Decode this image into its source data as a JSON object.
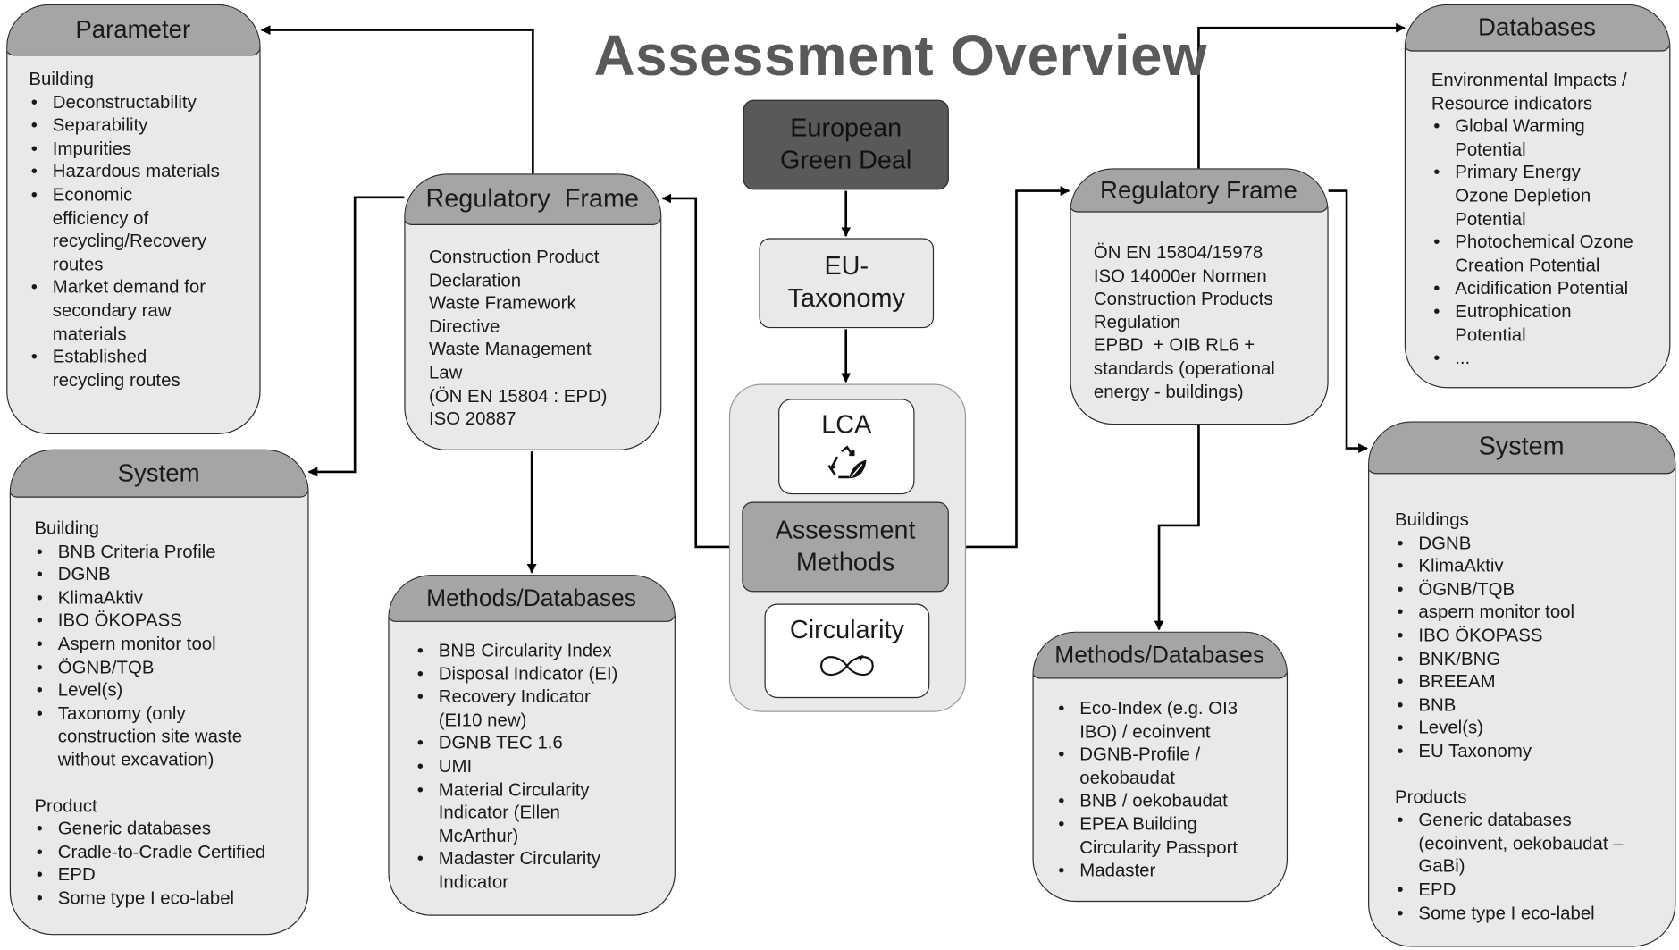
{
  "title": "Assessment Overview",
  "center": {
    "green_deal": [
      "European",
      "Green Deal"
    ],
    "taxonomy": [
      "EU-",
      "Taxonomy"
    ],
    "lca": "LCA",
    "assessment": [
      "Assessment",
      "Methods"
    ],
    "circularity": "Circularity"
  },
  "left": {
    "parameter": {
      "title": "Parameter",
      "group": "Building",
      "items": [
        "Deconstructability",
        "Separability",
        "Impurities",
        "Hazardous materials",
        "Economic efficiency of recycling/Recovery routes",
        "Market demand for secondary raw materials",
        "Established recycling routes"
      ]
    },
    "regulatory": {
      "title": "Regulatory  Frame",
      "lines": [
        "Construction Product",
        "Declaration",
        "Waste Framework",
        "Directive",
        "Waste Management",
        "Law",
        "(ÖN EN 15804 : EPD)",
        "ISO 20887"
      ]
    },
    "system": {
      "title": "System",
      "group1": "Building",
      "items1": [
        "BNB Criteria Profile",
        "DGNB",
        "KlimaAktiv",
        "IBO ÖKOPASS",
        "Aspern monitor tool",
        "ÖGNB/TQB",
        "Level(s)",
        "Taxonomy (only construction site waste without excavation)"
      ],
      "group2": "Product",
      "items2": [
        "Generic databases",
        "Cradle-to-Cradle Certified",
        "EPD",
        "Some type I eco-label"
      ]
    },
    "methods": {
      "title": "Methods/Databases",
      "items": [
        "BNB Circularity Index",
        "Disposal Indicator  (EI)",
        "Recovery Indicator (EI10 new)",
        "DGNB TEC 1.6",
        "UMI",
        "Material Circularity Indicator (Ellen McArthur)",
        "Madaster Circularity Indicator"
      ]
    }
  },
  "right": {
    "databases": {
      "title": "Databases",
      "group": "Environmental Impacts / Resource indicators",
      "items": [
        "Global Warming Potential",
        "Primary Energy Ozone Depletion Potential",
        "Photochemical Ozone Creation Potential",
        "Acidification Potential",
        "Eutrophication Potential",
        "..."
      ]
    },
    "regulatory": {
      "title": "Regulatory Frame",
      "lines": [
        "ÖN EN 15804/15978",
        "ISO 14000er Normen",
        "Construction Products",
        "Regulation",
        "EPBD  + OIB RL6 +",
        "standards (operational",
        "energy - buildings)"
      ]
    },
    "system": {
      "title": "System",
      "group1": "Buildings",
      "items1": [
        "DGNB",
        "KlimaAktiv",
        "ÖGNB/TQB",
        "aspern monitor tool",
        "IBO ÖKOPASS",
        "BNK/BNG",
        "BREEAM",
        "BNB",
        "Level(s)",
        "EU Taxonomy"
      ],
      "group2": "Products",
      "items2": [
        "Generic databases (ecoinvent, oekobaudat – GaBi)",
        "EPD",
        "Some type I eco-label"
      ]
    },
    "methods": {
      "title": "Methods/Databases",
      "items": [
        "Eco-Index (e.g. OI3 IBO) / ecoinvent",
        "DGNB-Profile / oekobaudat",
        "BNB / oekobaudat",
        "EPEA Building Circularity Passport",
        "Madaster"
      ]
    }
  },
  "colors": {
    "dark_box": "#595959",
    "header_fill": "#a5a5a5",
    "panel_fill": "#e9e9e9",
    "line": "#000000",
    "title_text": "#595959"
  }
}
